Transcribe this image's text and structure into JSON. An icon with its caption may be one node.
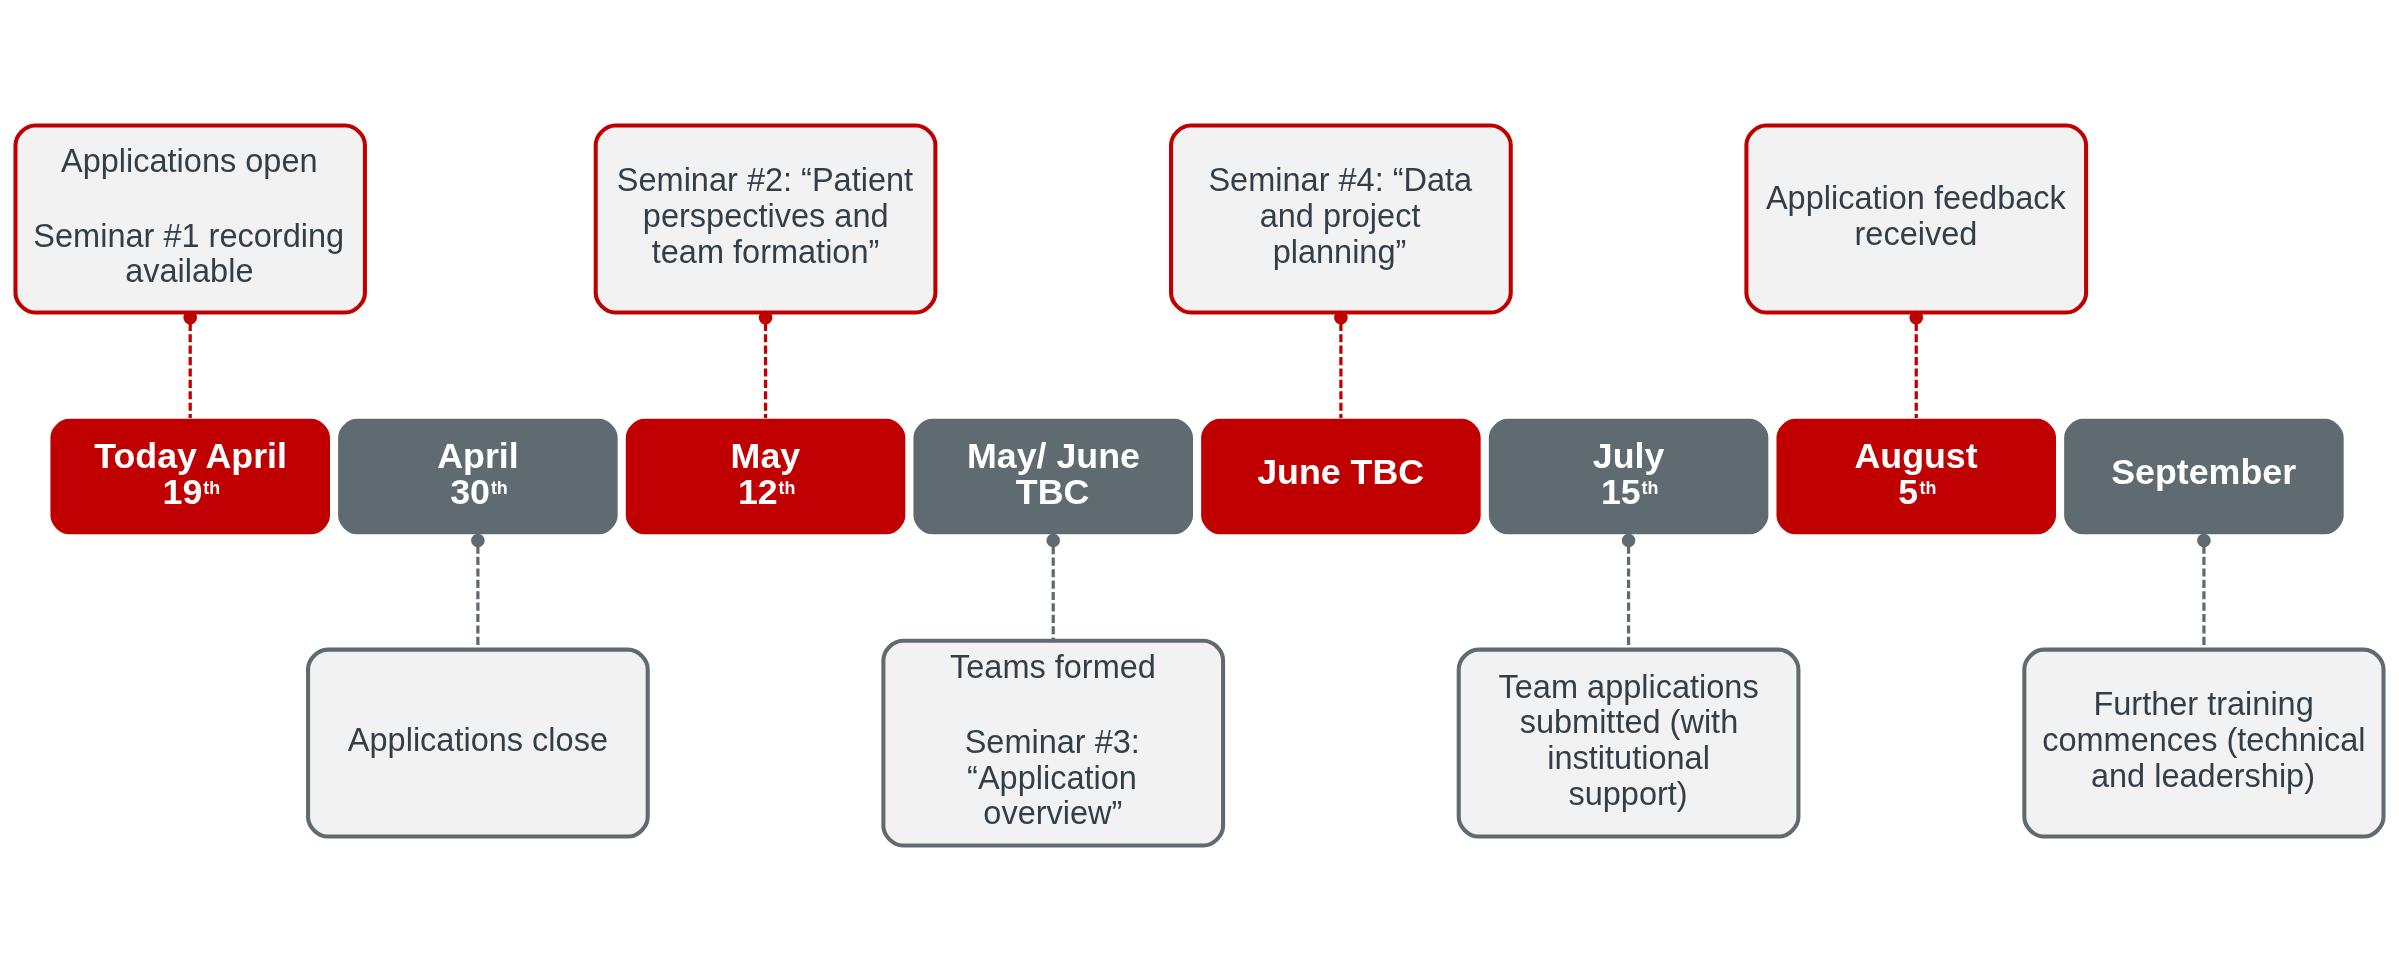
{
  "diagram": {
    "nodes": [
      {
        "text": [
          "Applications open",
          "Seminar #1 recording available"
        ]
      },
      {
        "text": [
          "Seminar #2: “Patient perspectives and team formation”"
        ]
      },
      {
        "text": [
          "Seminar #4: “Data and project planning”"
        ]
      },
      {
        "text": [
          "Application feedback received"
        ]
      },
      {
        "text": [
          "Today April 19$^{th}$"
        ]
      },
      {
        "text": [
          "April 30$^{th}$"
        ]
      },
      {
        "text": [
          "May 12$^{th}$"
        ]
      },
      {
        "text": [
          "May/ June TBC"
        ]
      },
      {
        "text": [
          "June TBC"
        ]
      },
      {
        "text": [
          "July 15$^{th}$"
        ]
      },
      {
        "text": [
          "August 5$^{th}$"
        ]
      },
      {
        "text": [
          "September"
        ]
      },
      {
        "text": [
          "Applications close"
        ]
      },
      {
        "text": [
          "Teams formed",
          "Seminar #3: “Application overview”"
        ]
      },
      {
        "text": [
          "Team applications submitted (with institutional support)"
        ]
      },
      {
        "text": [
          "Further training commences (technical and leadership)"
        ]
      }
    ],
    "edges": [
      {
        "from": 0,
        "to": 4,
        "arrow": "other",
        "style": "dashed",
        "color": "#c00000"
      },
      {
        "from": 1,
        "to": 6,
        "arrow": "other",
        "style": "dashed",
        "color": "#c00000"
      },
      {
        "from": 2,
        "to": 8,
        "arrow": "other",
        "style": "dashed",
        "color": "#c00000"
      },
      {
        "from": 3,
        "to": 10,
        "arrow": "other",
        "style": "dashed",
        "color": "#c00000"
      },
      {
        "from": 5,
        "to": 12,
        "arrow": "other",
        "style": "dashed",
        "color": "#5f6b70"
      },
      {
        "from": 7,
        "to": 13,
        "arrow": "other",
        "style": "dashed",
        "color": "#5f6b70"
      },
      {
        "from": 9,
        "to": 14,
        "arrow": "other",
        "style": "dashed",
        "color": "#5f6b70"
      },
      {
        "from": 11,
        "to": 15,
        "arrow": "other",
        "style": "dashed",
        "color": "#5f6b70"
      }
    ]
  }
}
